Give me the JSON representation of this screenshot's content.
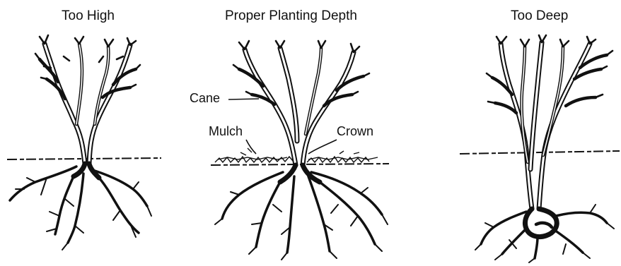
{
  "panels": [
    {
      "title": "Too High"
    },
    {
      "title": "Proper Planting Depth"
    },
    {
      "title": "Too Deep"
    }
  ],
  "callouts": {
    "cane": "Cane",
    "mulch": "Mulch",
    "crown": "Crown"
  },
  "colors": {
    "ink": "#111111",
    "background": "#ffffff"
  }
}
